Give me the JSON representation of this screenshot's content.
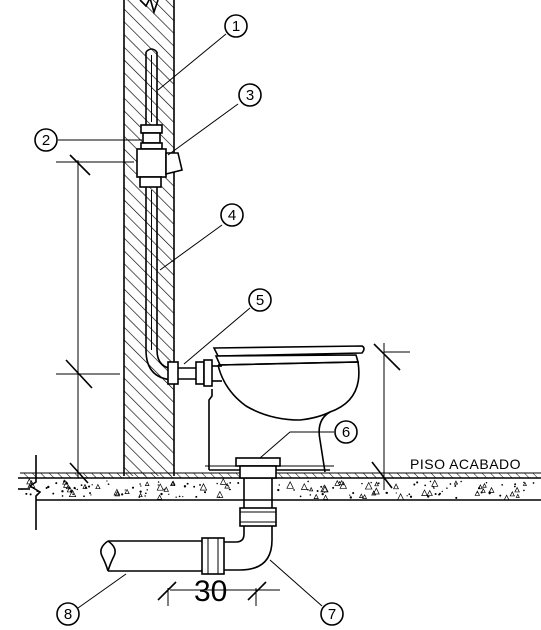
{
  "callouts": [
    "1",
    "2",
    "3",
    "4",
    "5",
    "6",
    "7",
    "8"
  ],
  "floor_label": "PISO ACABADO",
  "dimension_label": "30"
}
